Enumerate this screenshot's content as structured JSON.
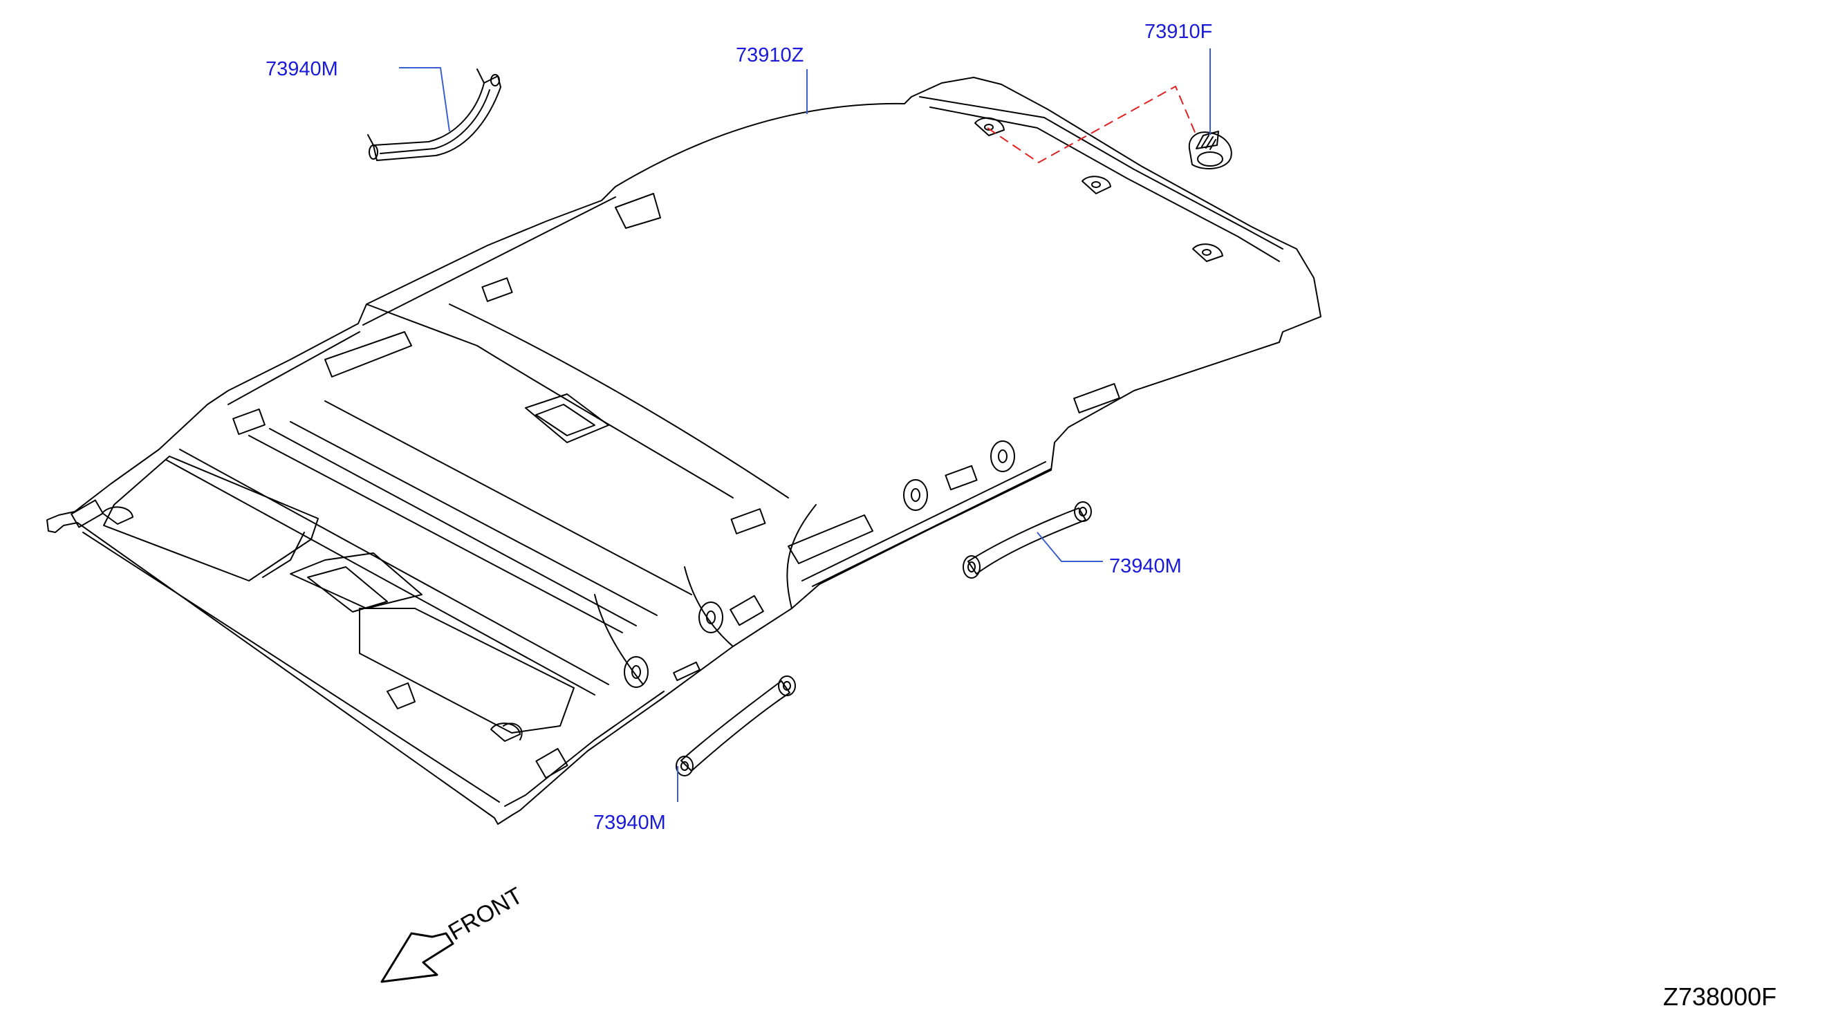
{
  "parts": [
    {
      "id": "grip-rear-left",
      "number": "73940M"
    },
    {
      "id": "headlining",
      "number": "73910Z"
    },
    {
      "id": "clip",
      "number": "73910F"
    },
    {
      "id": "grip-right",
      "number": "73940M"
    },
    {
      "id": "grip-front",
      "number": "73940M"
    }
  ],
  "orientation": {
    "label": "FRONT"
  },
  "diagram_code": "Z738000F",
  "colors": {
    "line": "#000000",
    "callout_text": "#1a1ad8",
    "leader": "#3a5fd0",
    "dashed_link": "#e02020"
  }
}
